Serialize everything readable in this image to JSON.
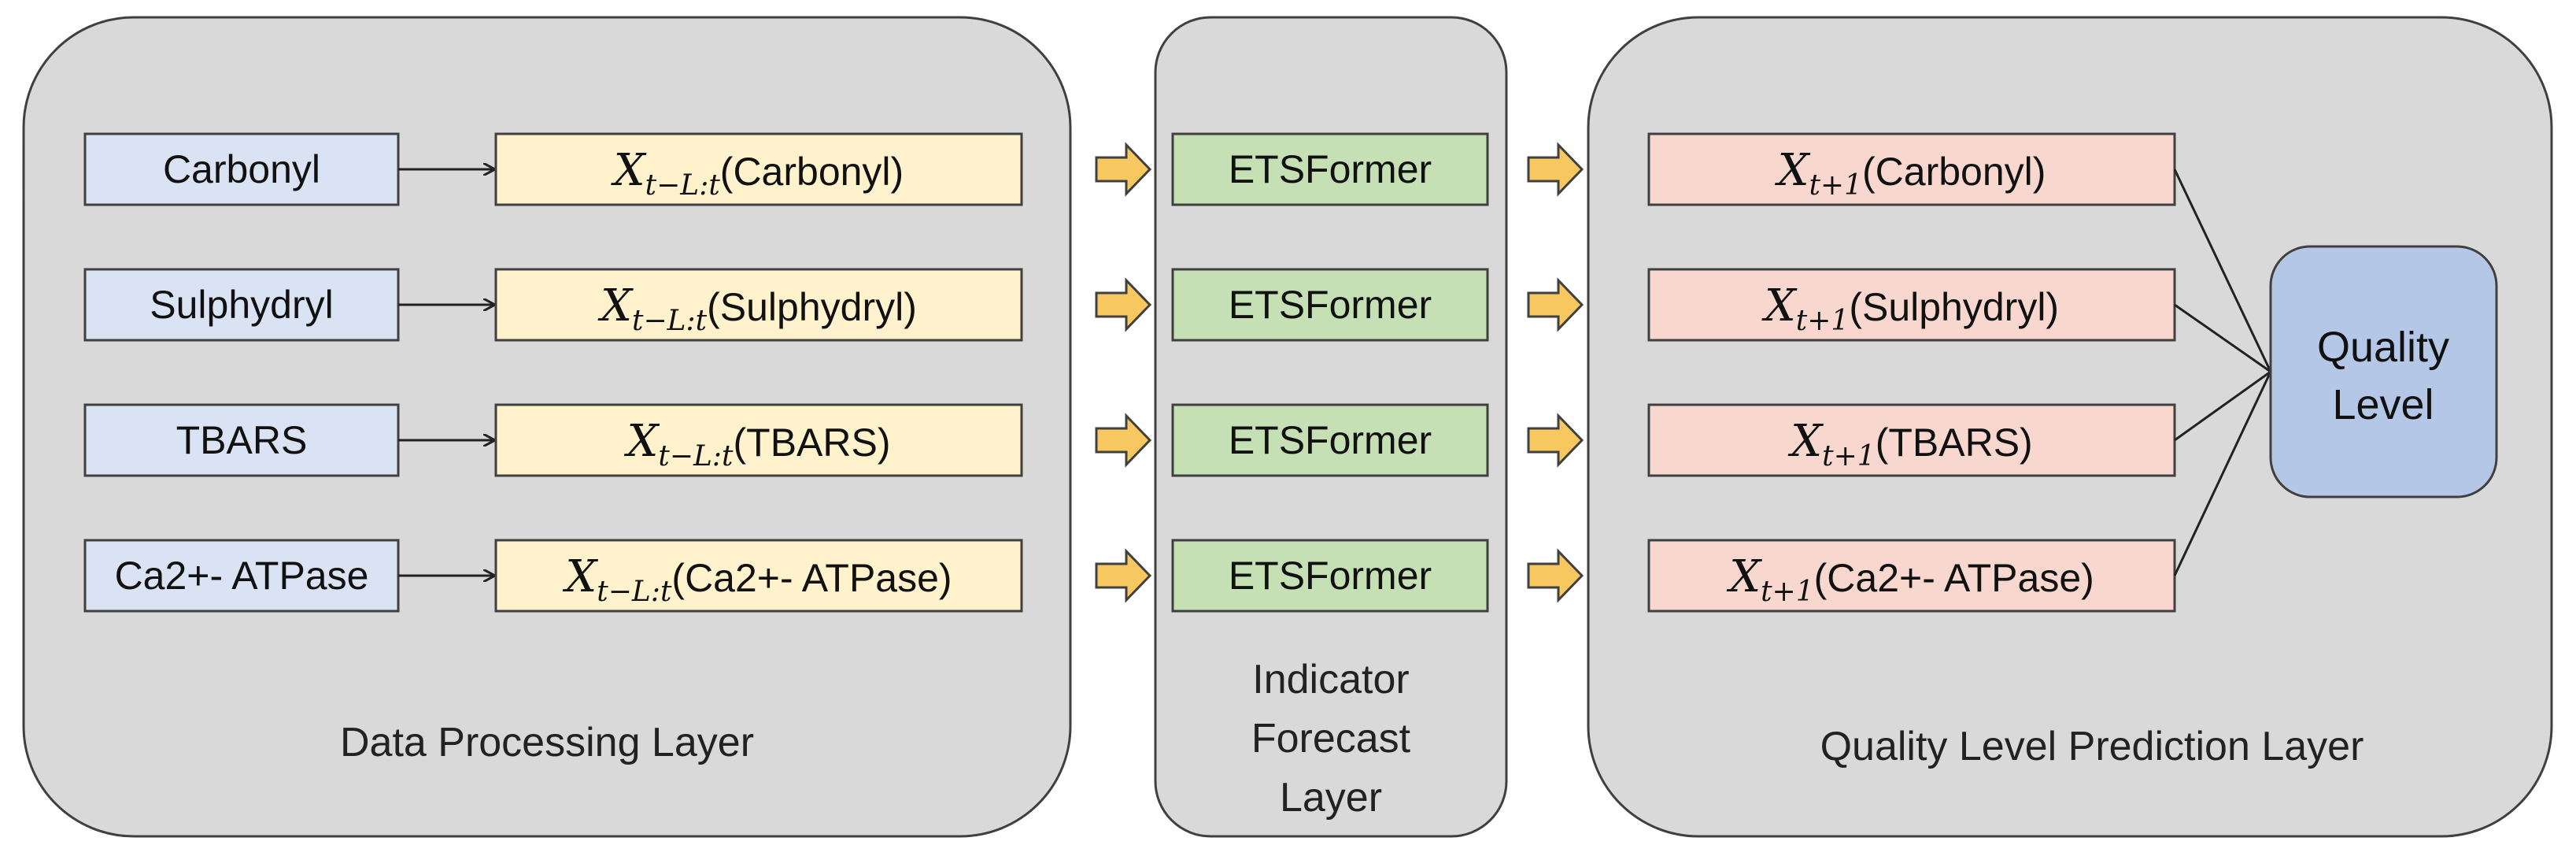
{
  "layers": {
    "data_processing": "Data Processing Layer",
    "indicator_forecast": [
      "Indicator",
      "Forecast",
      "Layer"
    ],
    "quality_prediction": "Quality Level Prediction Layer"
  },
  "window_var": "X",
  "window_sub": "t−L:t",
  "forecast_var": "X",
  "forecast_sub": "t+1",
  "rows": [
    {
      "indicator": "Carbonyl",
      "model": "ETSFormer",
      "arg": "(Carbonyl)"
    },
    {
      "indicator": "Sulphydryl",
      "model": "ETSFormer",
      "arg": "(Sulphydryl)"
    },
    {
      "indicator": "TBARS",
      "model": "ETSFormer",
      "arg": "(TBARS)"
    },
    {
      "indicator": "Ca2+- ATPase",
      "model": "ETSFormer",
      "arg": "(Ca2+- ATPase)"
    }
  ],
  "quality": [
    "Quality",
    "Level"
  ],
  "colors": {
    "panel": "#d9d9d9",
    "input": "#dae3f3",
    "window": "#fff2cc",
    "model": "#c5e0b4",
    "output": "#f8d7ce",
    "quality": "#b4c7e7",
    "arrow": "#f6c85f"
  }
}
